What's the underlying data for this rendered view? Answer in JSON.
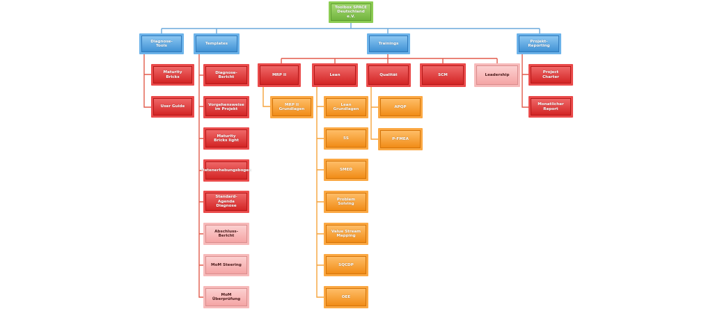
{
  "root": "Toolbox SPACE Deutschland e.V.",
  "categories": {
    "diagnose_tools": "Diagnose-Tools",
    "templates": "Templates",
    "trainings": "Trainings",
    "projekt_reporting": "Projekt-Reporting"
  },
  "diagnose_tools": [
    "Maturity Bricks",
    "User Guide"
  ],
  "templates": [
    "Diagnose-Bericht",
    "Vorgehensweise im Projekt",
    "Maturity Bricks light",
    "Datenerhebungsbogen",
    "Standard-Agenda Diagnose",
    "Abschluss-Bericht",
    "MoM Steering",
    "MoM Überprüfung"
  ],
  "trainings": {
    "mrp": "MRP II",
    "lean": "Lean",
    "qualitaet": "Qualität",
    "scm": "SCM",
    "leadership": "Leadership"
  },
  "mrp_children": [
    "MRP II Grundlagen"
  ],
  "lean_children": [
    "Lean Grundlagen",
    "5S",
    "SMED",
    "Problem Solving",
    "Value Stream Mapping",
    "SQCDP",
    "OEE"
  ],
  "qualitaet_children": [
    "APQP",
    "P-FMEA"
  ],
  "projekt_reporting": [
    "Project Charter",
    "Monatlicher Report"
  ],
  "colors": {
    "root": "#8ccc53",
    "category": "#5aa8e6",
    "red": "#e03030",
    "pink": "#f6b3b3",
    "orange": "#f79a2c",
    "connector_blue": "#6aa9dc",
    "connector_red": "#e25a4a",
    "connector_orange": "#f5a23a"
  }
}
